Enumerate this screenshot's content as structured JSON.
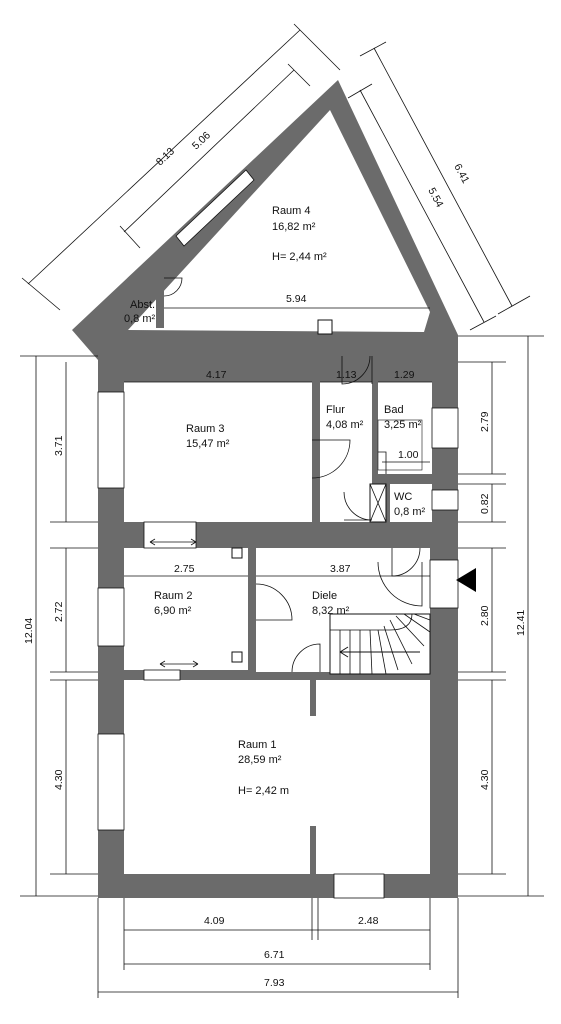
{
  "rooms": {
    "raum4": {
      "name": "Raum 4",
      "area": "16,82 m²",
      "height": "H= 2,44 m²"
    },
    "abst": {
      "name": "Abst.",
      "area": "0,8 m²"
    },
    "raum3": {
      "name": "Raum 3",
      "area": "15,47 m²"
    },
    "flur": {
      "name": "Flur",
      "area": "4,08 m²"
    },
    "bad": {
      "name": "Bad",
      "area": "3,25 m²"
    },
    "wc": {
      "name": "WC",
      "area": "0,8 m²"
    },
    "raum2": {
      "name": "Raum 2",
      "area": "6,90 m²"
    },
    "diele": {
      "name": "Diele",
      "area": "8,32 m²"
    },
    "raum1": {
      "name": "Raum 1",
      "area": "28,59 m²",
      "height": "H= 2,42 m"
    }
  },
  "dimensions": {
    "d813": "8.13",
    "d506": "5.06",
    "d641": "6.41",
    "d554": "5.54",
    "d594": "5.94",
    "d417": "4.17",
    "d113": "1.13",
    "d129": "1.29",
    "d100": "1.00",
    "d275": "2.75",
    "d387": "3.87",
    "left371": "3.71",
    "left272": "2.72",
    "left430": "4.30",
    "left1204": "12.04",
    "right279": "2.79",
    "right082": "0.82",
    "right280": "2.80",
    "right430": "4.30",
    "right1241": "12.41",
    "bottom409": "4.09",
    "bottom248": "2.48",
    "bottom671": "6.71",
    "bottom793": "7.93"
  }
}
